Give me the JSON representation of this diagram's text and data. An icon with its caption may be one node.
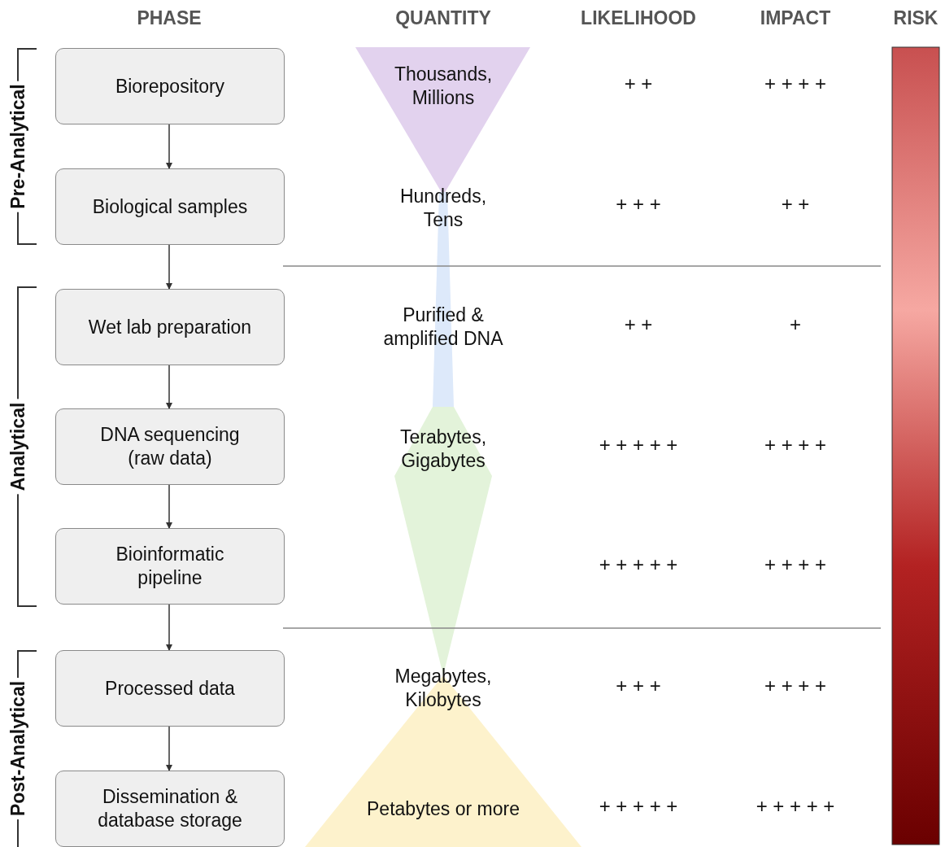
{
  "diagram": {
    "nodes": [
      {
        "text": [
          "Biorepository"
        ]
      },
      {
        "text": [
          "Biological samples"
        ]
      },
      {
        "text": [
          "Wet lab preparation"
        ]
      },
      {
        "text": [
          "DNA sequencing (raw data)"
        ]
      },
      {
        "text": [
          "Bioinformatic pipeline"
        ]
      },
      {
        "text": [
          "Processed data"
        ]
      },
      {
        "text": [
          "Dissemination & database storage"
        ]
      },
      {
        "text": [],
        "shape": "bar"
      }
    ],
    "edges": [
      {
        "from": 0,
        "to": 1,
        "arrow": "to"
      },
      {
        "from": 1,
        "to": 2,
        "arrow": "to"
      },
      {
        "from": 2,
        "to": 3,
        "arrow": "to"
      },
      {
        "from": 3,
        "to": 4,
        "arrow": "to"
      },
      {
        "from": 4,
        "to": 5,
        "arrow": "to"
      },
      {
        "from": 5,
        "to": 6,
        "arrow": "to"
      }
    ],
    "labels": [
      "PHASE",
      "QUANTITY",
      "LIKELIHOOD",
      "IMPACT",
      "RISK",
      "Pre-Analytical",
      "Analytical",
      "Post-Analytical",
      "Thousands, Millions",
      "+ +",
      "+ + + +",
      "Hundreds, Tens",
      "+ + +",
      "+ +",
      "Purified & amplified DNA",
      "+ +",
      "+",
      "Terabytes, Gigabytes",
      "+ + + + +",
      "+ + + +",
      "+ + + + +",
      "+ + + +",
      "Megabytes, Kilobytes",
      "+ + +",
      "+ + + +",
      "Petabytes or more",
      "+ + + + +",
      "+ + + + +"
    ]
  }
}
